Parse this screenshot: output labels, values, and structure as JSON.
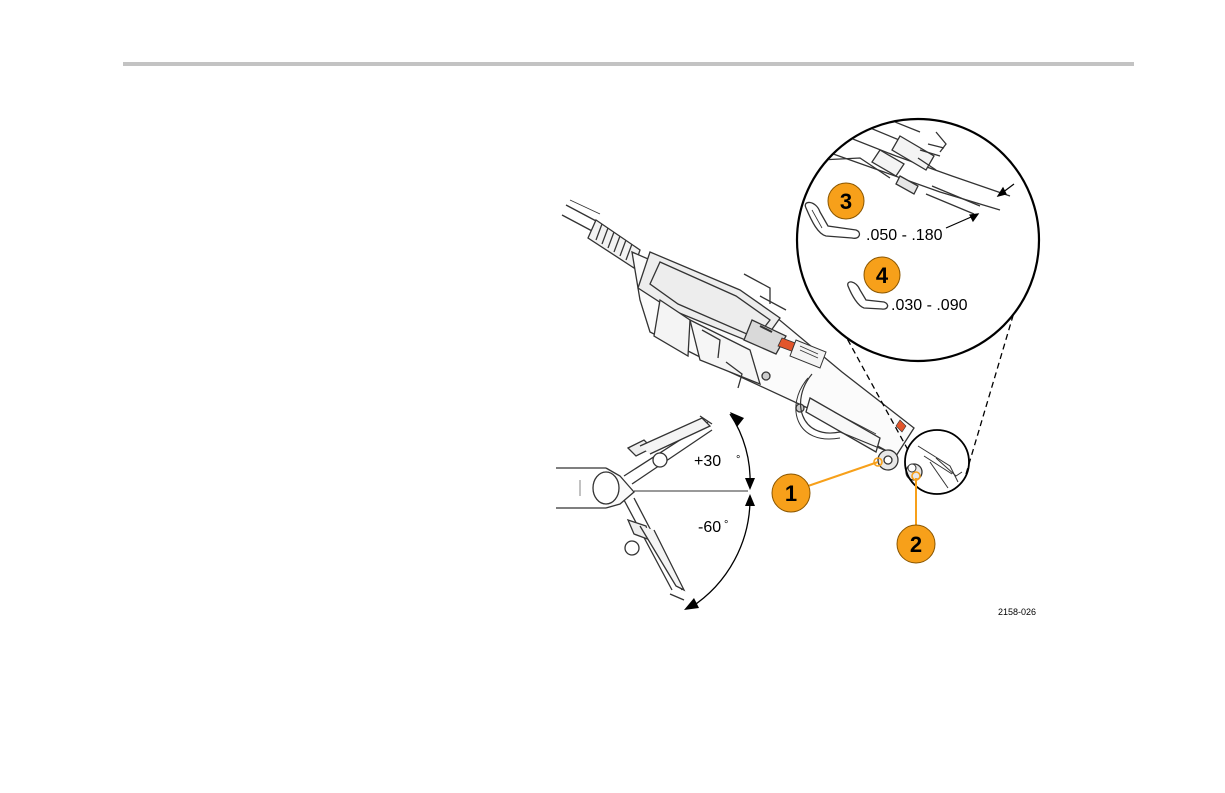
{
  "page": {
    "rule_color": "#c3c3c3"
  },
  "figure": {
    "callouts": {
      "c1": "1",
      "c2": "2",
      "c3": "3",
      "c4": "4"
    },
    "angles": {
      "positive": "+30",
      "negative": "-60",
      "degree_symbol": "°"
    },
    "dimensions": {
      "tip_3_range": ".050 - .180",
      "tip_4_range": ".030 - .090"
    },
    "figure_id": "2158-026",
    "callout_color": "#f7a01a",
    "accent_color": "#e2552b"
  }
}
